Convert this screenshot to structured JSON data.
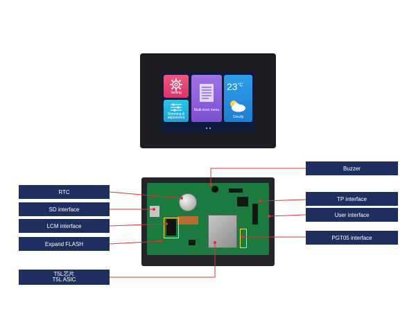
{
  "screen": {
    "setting_label": "Setting",
    "dim_label": "Dimming &\nadjustment",
    "middle_label": "Multi-level menu",
    "temperature": "23",
    "temperature_unit": "°C",
    "weather_label": "Cloudy"
  },
  "labels": {
    "buzzer": "Buzzer",
    "rtc": "RTC",
    "tp_interface": "TP interface",
    "sd_interface": "SD interface",
    "user_interface": "User interface",
    "lcm_interface": "LCM interface",
    "pgt05_interface": "PGT05 interface",
    "expand_flash": "Expand FLASH",
    "t5l_line1": "T5L芯片",
    "t5l_line2": "T5L ASIC"
  },
  "colors": {
    "label_bg": "#1d2f5e",
    "leader_line": "#e23030",
    "highlight_box": "#f2e23a"
  }
}
